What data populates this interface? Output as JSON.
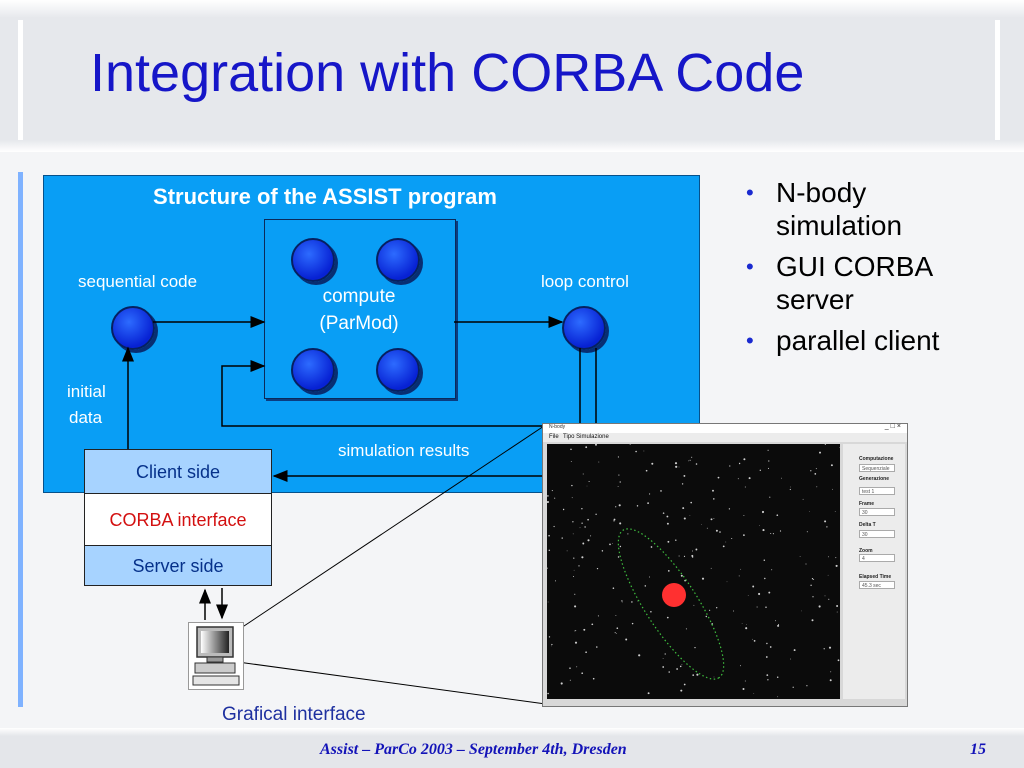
{
  "slide": {
    "title": "Integration with CORBA Code",
    "footer": "Assist – ParCo 2003 – September 4th, Dresden",
    "page_number": "15"
  },
  "diagram": {
    "title": "Structure of the ASSIST program",
    "sequential_label": "sequential code",
    "loop_label": "loop  control",
    "compute_label": "compute",
    "parmod_label": "(ParMod)",
    "initial_label": "initial",
    "data_label": "data",
    "results_label": "simulation results",
    "client_side": "Client side",
    "corba_interface": "CORBA interface",
    "server_side": "Server side",
    "gui_caption": "Grafical interface",
    "colors": {
      "box_blue": "#099ef5",
      "node_blue": "#0722d4",
      "corba_red": "#d31010",
      "stack_blue": "#a7d3ff"
    }
  },
  "bullets": [
    {
      "line1": "N-body",
      "line2": "simulation"
    },
    {
      "line1": "GUI CORBA",
      "line2": "server"
    },
    {
      "line1": "parallel client",
      "line2": ""
    }
  ],
  "gui": {
    "window_title": "N-body",
    "window_buttons": "_□×",
    "menu": [
      "File",
      "Tipo Simulazione"
    ],
    "fields": [
      {
        "label": "Computazione",
        "value": "Sequenziale"
      },
      {
        "label": "Generazione",
        "value": "test 1"
      },
      {
        "label": "Frame",
        "value": "30"
      },
      {
        "label": "Delta T",
        "value": "30"
      },
      {
        "label": "Zoom",
        "value": "4"
      },
      {
        "label": "Elapsed Time",
        "value": "45.3 sec"
      }
    ]
  }
}
